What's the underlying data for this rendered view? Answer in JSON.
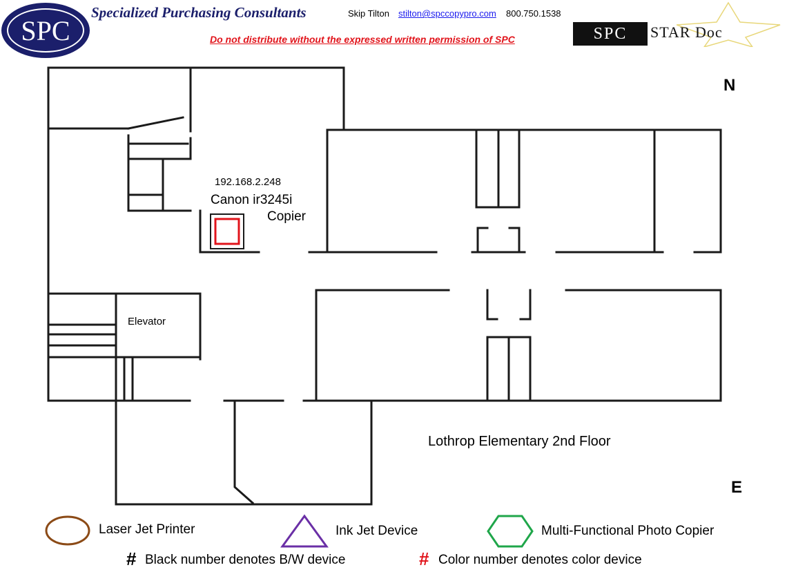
{
  "header": {
    "logo_text": "SPC",
    "company": "Specialized Purchasing Consultants",
    "contact_name": "Skip Tilton",
    "contact_email": "stilton@spccopypro.com",
    "contact_phone": "800.750.1538",
    "warning": "Do not distribute without the expressed written permission of SPC",
    "stardoc_logo": "SPC",
    "stardoc_title": "STAR Doc"
  },
  "plan": {
    "device_ip": "192.168.2.248",
    "device_model": "Canon ir3245i",
    "device_type": "Copier",
    "elevator_label": "Elevator",
    "floor_label": "Lothrop Elementary 2nd Floor",
    "compass_n": "N",
    "compass_e": "E"
  },
  "legend": {
    "laser": "Laser Jet Printer",
    "inkjet": "Ink Jet Device",
    "mfp": "Multi-Functional Photo Copier",
    "bw_note": "Black number denotes B/W device",
    "color_note": "Color number denotes color device",
    "hash": "#"
  },
  "colors": {
    "brand_navy": "#1b1f6b",
    "warning_red": "#e1141b",
    "laser_brown": "#8b4a16",
    "inkjet_purple": "#6a2fa6",
    "mfp_green": "#1fa64a",
    "copier_red": "#e1141b"
  },
  "icons": {
    "laser": "circle-icon",
    "inkjet": "triangle-icon",
    "mfp": "hexagon-icon",
    "copier": "copier-square-icon"
  }
}
